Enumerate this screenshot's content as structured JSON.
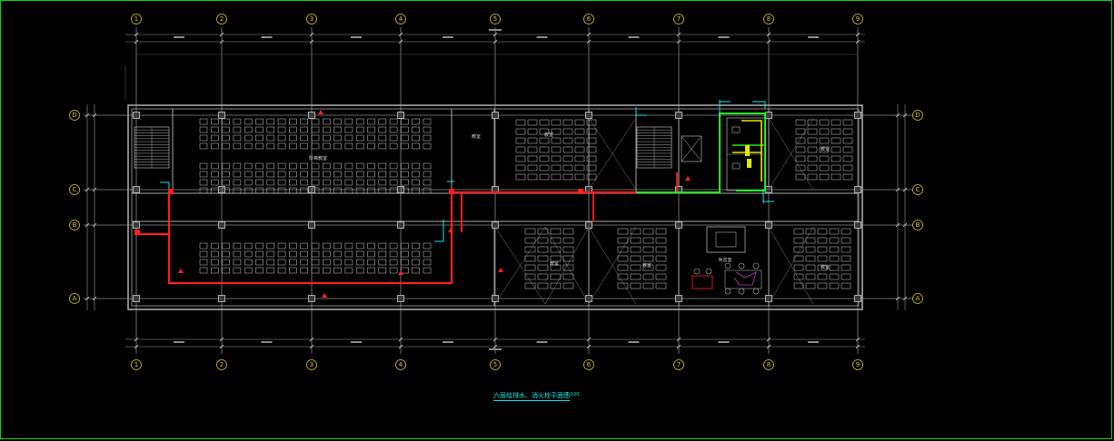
{
  "drawing": {
    "caption": "六层给排水、消火栓平面图",
    "scale": "1:100",
    "column_labels": [
      "1",
      "2",
      "3",
      "4",
      "5",
      "6",
      "7",
      "8",
      "9"
    ],
    "row_labels": [
      "D",
      "C",
      "B",
      "A"
    ],
    "rooms": [
      {
        "id": "lecture-hall",
        "label": "阶梯教室"
      },
      {
        "id": "classroom-1",
        "label": "教室"
      },
      {
        "id": "classroom-2",
        "label": "教室"
      },
      {
        "id": "classroom-3",
        "label": "教室"
      },
      {
        "id": "classroom-4",
        "label": "教室"
      },
      {
        "id": "classroom-5",
        "label": "教室"
      },
      {
        "id": "classroom-6",
        "label": "教室"
      },
      {
        "id": "lounge",
        "label": "休息室"
      }
    ],
    "colors": {
      "background": "#000000",
      "axis": "#8a8a8a",
      "wall": "#a8a8a8",
      "fire_pipe": "#ff2020",
      "water_pipe": "#22ee22",
      "drain_pipe": "#e6e600",
      "annotation": "#19e6e6",
      "bubble": "#d8c23a",
      "furniture": "#b0b0b0",
      "accent": "#c040c0"
    }
  }
}
